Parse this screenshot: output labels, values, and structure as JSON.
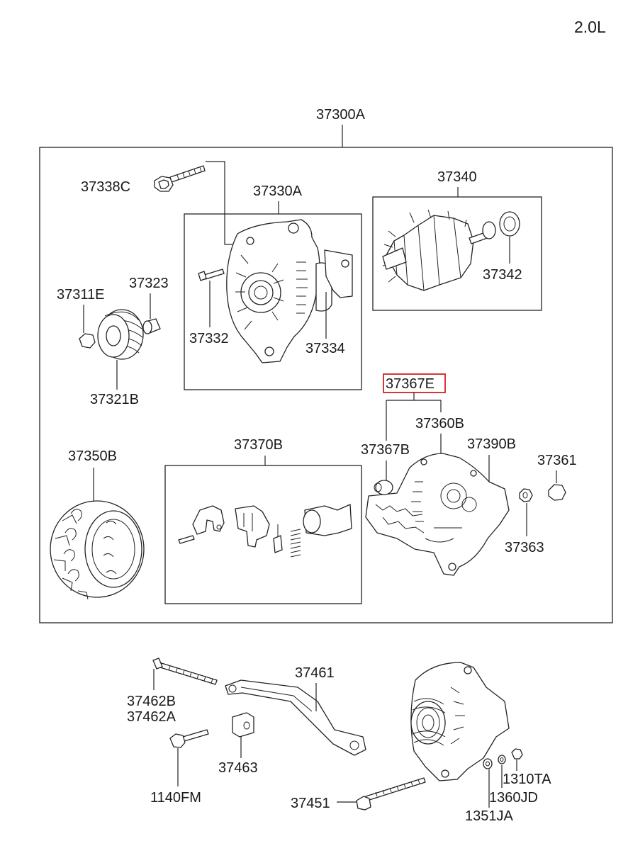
{
  "engine_label": "2.0L",
  "highlight_color": "#d62020",
  "labels": {
    "assembly": "37300A",
    "bolt_37338C": "37338C",
    "front_bracket": "37330A",
    "screw_37332": "37332",
    "bearing_37334": "37334",
    "rotor": "37340",
    "bearing_37342": "37342",
    "nut_37311E": "37311E",
    "spacer_37323": "37323",
    "pulley": "37321B",
    "highlighted_part": "37367E",
    "rear_bracket": "37360B",
    "bushing_37367B": "37367B",
    "rear_cover": "37390B",
    "nut_37361": "37361",
    "nut_37363": "37363",
    "stator": "37350B",
    "brush_holder": "37370B",
    "bracket_37461": "37461",
    "bolt_37462B": "37462B",
    "bolt_37462A": "37462A",
    "block_37463": "37463",
    "bolt_1140FM": "1140FM",
    "bolt_37451": "37451",
    "nut_1310TA": "1310TA",
    "washer_1360JD": "1360JD",
    "washer_1351JA": "1351JA"
  }
}
